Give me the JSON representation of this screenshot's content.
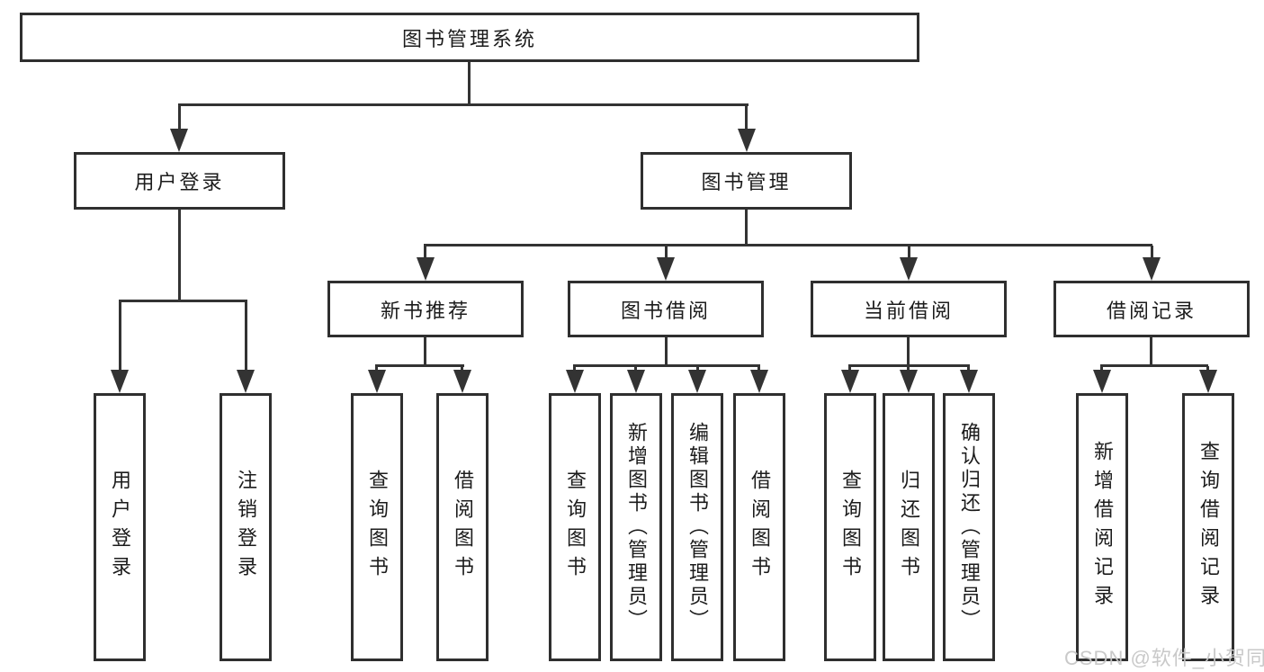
{
  "diagram": {
    "tree": {
      "label": "图书管理系统",
      "children": [
        {
          "label": "用户登录",
          "children": [
            {
              "label": "用户登录"
            },
            {
              "label": "注销登录"
            }
          ]
        },
        {
          "label": "图书管理",
          "children": [
            {
              "label": "新书推荐",
              "children": [
                {
                  "label": "查询图书"
                },
                {
                  "label": "借阅图书"
                }
              ]
            },
            {
              "label": "图书借阅",
              "children": [
                {
                  "label": "查询图书"
                },
                {
                  "label": "新增图书（管理员）"
                },
                {
                  "label": "编辑图书（管理员）"
                },
                {
                  "label": "借阅图书"
                }
              ]
            },
            {
              "label": "当前借阅",
              "children": [
                {
                  "label": "查询图书"
                },
                {
                  "label": "归还图书"
                },
                {
                  "label": "确认归还（管理员）"
                }
              ]
            },
            {
              "label": "借阅记录",
              "children": [
                {
                  "label": "新增借阅记录"
                },
                {
                  "label": "查询借阅记录"
                }
              ]
            }
          ]
        }
      ]
    },
    "colors": {
      "line": "#333333",
      "box_border": "#2f2f2f",
      "text": "#1c1c1c",
      "background": "#ffffff",
      "watermark": "#c6c6c6"
    }
  },
  "watermark": "CSDN @软件_小贺同学"
}
